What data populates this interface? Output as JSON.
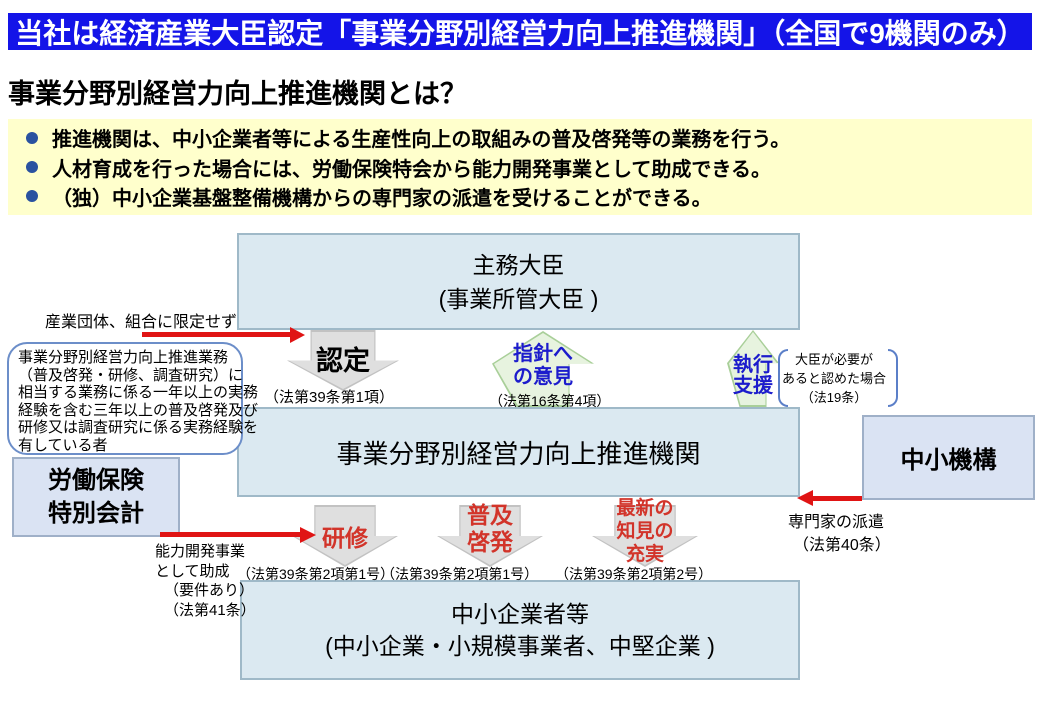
{
  "banner": {
    "text": "当社は経済産業大臣認定「事業分野別経営力向上推進機関」（全国で9機関のみ）"
  },
  "heading": {
    "text": "事業分野別経営力向上推進機関とは？"
  },
  "summary": {
    "bullets": [
      "推進機関は、中小企業者等による生産性向上の取組みの普及啓発等の業務を行う。",
      "人材育成を行った場合には、労働保険特会から能力開発事業として助成できる。",
      "（独）中小企業基盤整備機構からの専門家の派遣を受けることができる。"
    ]
  },
  "diagram": {
    "minister_box": {
      "line1": "主務大臣",
      "line2": "(事業所管大臣 )"
    },
    "org_box": {
      "label": "事業分野別経営力向上推進機関"
    },
    "sme_box": {
      "line1": "中小企業者等",
      "line2": "(中小企業・小規模事業者、中堅企業 )"
    },
    "kiko_box": {
      "label": "中小機構"
    },
    "rodo_box": {
      "line1": "労働保険",
      "line2": "特別会計"
    },
    "sangyo_note": "産業団体、組合に限定せず",
    "callout": {
      "lines": [
        "事業分野別経営力向上推進業務",
        "（普及啓発・研修、調査研究）に",
        "相当する業務に係る一年以上の実務",
        "経験を含む三年以上の普及啓発及び",
        "研修又は調査研究に係る実務経験を",
        "有している者"
      ]
    },
    "nintei": {
      "label": "認定",
      "law": "（法第39条第1項）"
    },
    "shishin": {
      "line1": "指針へ",
      "line2": "の意見",
      "law": "（法第16条第4項）"
    },
    "shikko": {
      "line1": "執行",
      "line2": "支援",
      "note_lines": [
        "大臣が必要が",
        "あると認めた場合",
        "（法19条）"
      ]
    },
    "kenshu": {
      "label": "研修",
      "law": "（法第39条第2項第1号）"
    },
    "fukyu": {
      "line1": "普及",
      "line2": "啓発",
      "law": "（法第39条第2項第1号）"
    },
    "saishin": {
      "line1": "最新の",
      "line2": "知見の",
      "line3": "充実",
      "law": "（法第39条第2項第2号）"
    },
    "senmonka": {
      "line1": "専門家の派遣",
      "line2": "（法第40条）"
    },
    "noryoku": {
      "lines": [
        "能力開発事業",
        "として助成",
        "（要件あり）",
        "（法第41条）"
      ]
    }
  },
  "colors": {
    "banner_bg": "#1414e8",
    "banner_fg": "#ffffff",
    "highlight_bg": "#ffffcc",
    "bullet": "#2a52a0",
    "box_cyan": "#dbe9f1",
    "box_cyan_border": "#9fb9c8",
    "box_lav": "#dae3f3",
    "box_lav_border": "#9fb0c8",
    "arrow_gray_fill": "#dfdfdf",
    "arrow_gray_border": "#c2c2c2",
    "arrow_green_fill": "#e7f3df",
    "arrow_green_border": "#a9cf99",
    "blue_text": "#1c1ccc",
    "red_text": "#d2342a",
    "red_arrow": "#e01414",
    "callout_border": "#6c8ec9",
    "bracket": "#5b7fc8"
  }
}
